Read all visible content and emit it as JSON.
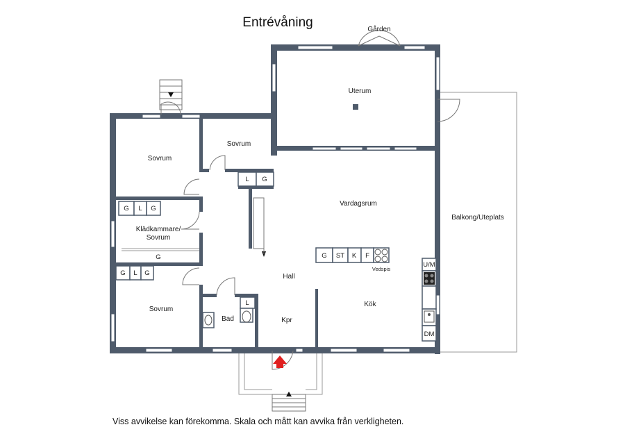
{
  "title": "Entrévåning",
  "footer_note": "Viss avvikelse kan förekomma. Skala och mått kan avvika från verkligheten.",
  "colors": {
    "wall": "#4f5b6b",
    "line": "#999999",
    "entrance_arrow": "#e02020",
    "background": "#ffffff"
  },
  "rooms": {
    "uterum": "Uterum",
    "garden": "Gården",
    "sovrum_top_left": "Sovrum",
    "sovrum_top_mid": "Sovrum",
    "kladkammare_line1": "Klädkammare/",
    "kladkammare_line2": "Sovrum",
    "sovrum_bottom": "Sovrum",
    "vardagsrum": "Vardagsrum",
    "hall": "Hall",
    "kok": "Kök",
    "bad": "Bad",
    "kpr": "Kpr",
    "balkong": "Balkong/Uteplats"
  },
  "fixtures": {
    "wardrobe_top_mid": [
      "L",
      "G"
    ],
    "wardrobe_klad": [
      "G",
      "L",
      "G"
    ],
    "wardrobe_klad_bottom": "G",
    "wardrobe_bottom": [
      "G",
      "L",
      "G"
    ],
    "bad_cabinet": "L",
    "kitchen_counter": [
      "G",
      "ST",
      "K",
      "F"
    ],
    "vedspis": "Vedspis",
    "um": "U/M",
    "dm": "DM"
  }
}
